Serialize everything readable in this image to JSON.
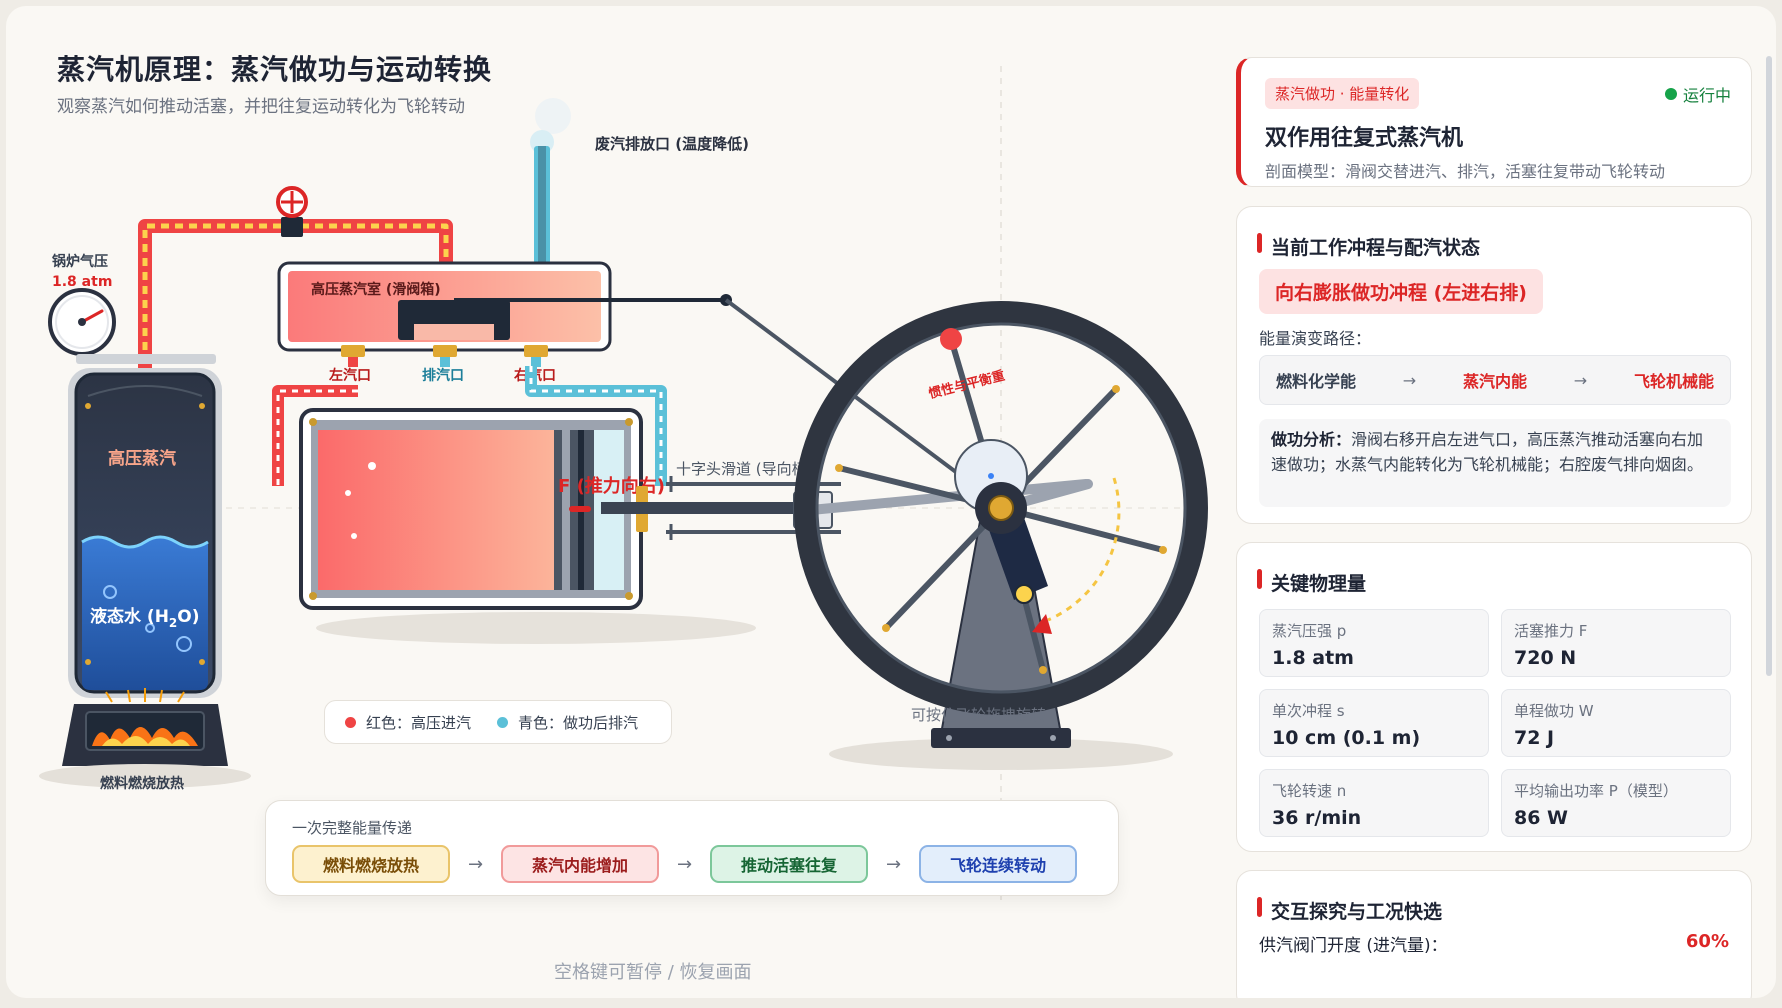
{
  "header": {
    "title": "蒸汽机原理：蒸汽做功与运动转换",
    "subtitle": "观察蒸汽如何推动活塞，并把往复运动转化为飞轮转动"
  },
  "diagram": {
    "exhaust_label": "废汽排放口 (温度降低)",
    "boiler_pressure_label": "锅炉气压",
    "boiler_pressure_value": "1.8 atm",
    "boiler_steam_label": "高压蒸汽",
    "boiler_water_label": "液态水 (H",
    "water_sub": "2",
    "water_close": "O)",
    "furnace_label": "燃料燃烧放热",
    "steam_chest_label": "高压蒸汽室 (滑阀箱)",
    "port_left": "左汽口",
    "port_exhaust": "排汽口",
    "port_right": "右汽口",
    "force_label": "F (推力向右)",
    "crosshead_label": "十字头滑道 (导向柄",
    "balance_label": "惯性与平衡重",
    "flywheel_hint": "可按住飞轮拖拽旋转"
  },
  "legend": {
    "red": "红色：高压进汽",
    "cyan": "青色：做功后排汽"
  },
  "chain": {
    "title": "一次完整能量传递",
    "steps": [
      "燃料燃烧放热",
      "蒸汽内能增加",
      "推动活塞往复",
      "飞轮连续转动"
    ],
    "arrow": "→"
  },
  "footer": {
    "hint": "空格键可暂停 / 恢复画面"
  },
  "panel": {
    "tag": "蒸汽做功 · 能量转化",
    "status": "运行中",
    "title": "双作用往复式蒸汽机",
    "desc": "剖面模型：滑阀交替进汽、排汽，活塞往复带动飞轮转动",
    "stroke_section": "当前工作冲程与配汽状态",
    "stroke_state": "向右膨胀做功冲程 (左进右排)",
    "path_label": "能量演变路径：",
    "path": [
      "燃料化学能",
      "蒸汽内能",
      "飞轮机械能"
    ],
    "path_arrow": "→",
    "analysis_lead": "做功分析：",
    "analysis_body": "滑阀右移开启左进气口，高压蒸汽推动活塞向右加速做功；水蒸气内能转化为飞轮机械能；右腔废气排向烟囱。",
    "quantities_section": "关键物理量",
    "quantities": [
      {
        "label": "蒸汽压强 p",
        "value": "1.8 atm"
      },
      {
        "label": "活塞推力 F",
        "value": "720 N"
      },
      {
        "label": "单次冲程 s",
        "value": "10 cm (0.1 m)"
      },
      {
        "label": "单程做功 W",
        "value": "72 J"
      },
      {
        "label": "飞轮转速 n",
        "value": "36 r/min"
      },
      {
        "label": "平均输出功率 P（模型）",
        "value": "86 W"
      }
    ],
    "explore_section": "交互探究与工况快选",
    "valve_label": "供汽阀门开度 (进汽量)：",
    "valve_value": "60%"
  },
  "colors": {
    "steam_red": "#ef4444",
    "exhaust_cyan": "#5bc0d8",
    "accent": "#dc2626",
    "running": "#16a34a"
  }
}
